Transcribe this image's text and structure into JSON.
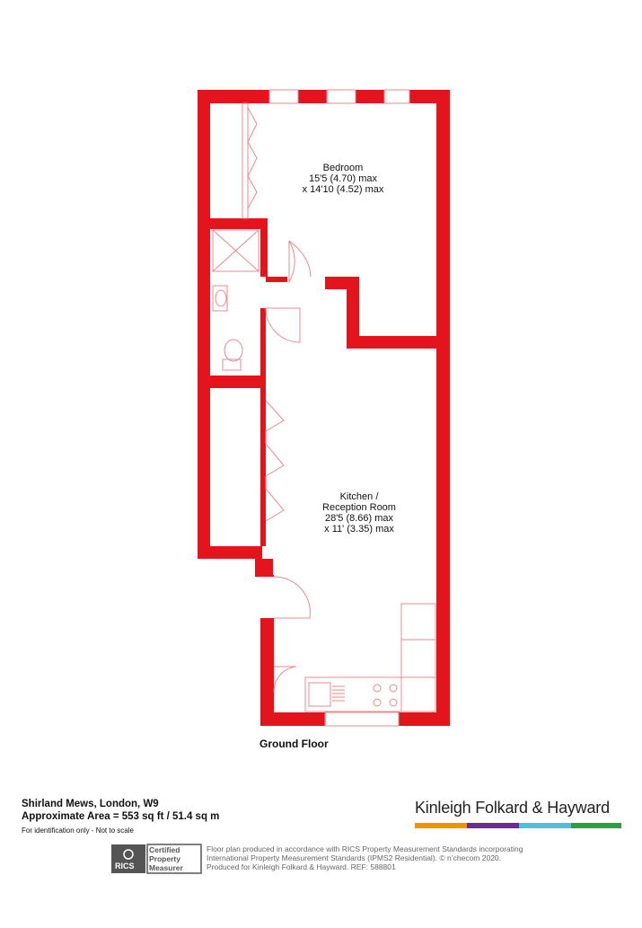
{
  "rooms": {
    "bedroom": {
      "name": "Bedroom",
      "dim1": "15'5 (4.70) max",
      "dim2": "x 14'10 (4.52) max"
    },
    "kitchen": {
      "name1": "Kitchen /",
      "name2": "Reception Room",
      "dim1": "28'5 (8.66) max",
      "dim2": "x 11' (3.35) max"
    }
  },
  "floor_label": "Ground Floor",
  "property": {
    "address": "Shirland Mews, London, W9",
    "area": "Approximate Area = 553 sq ft / 51.4 sq m",
    "note": "For identification only - Not to scale"
  },
  "brand": {
    "name": "Kinleigh Folkard & Hayward",
    "colors": [
      "#f39200",
      "#6a2c8e",
      "#4fc1d6",
      "#2e9e44"
    ]
  },
  "rics": {
    "logo_text": "RICS",
    "badge_line1": "Certified",
    "badge_line2": "Property",
    "badge_line3": "Measurer"
  },
  "disclaimer": {
    "line1": "Floor plan produced in accordance with RICS Property Measurement Standards incorporating",
    "line2": "International Property Measurement Standards (IPMS2 Residential).  © n’checom 2020.",
    "line3": "Produced for Kinleigh Folkard & Hayward.   REF: 588801"
  },
  "colors": {
    "wall": "#e3141b",
    "line": "#e88a8d"
  }
}
